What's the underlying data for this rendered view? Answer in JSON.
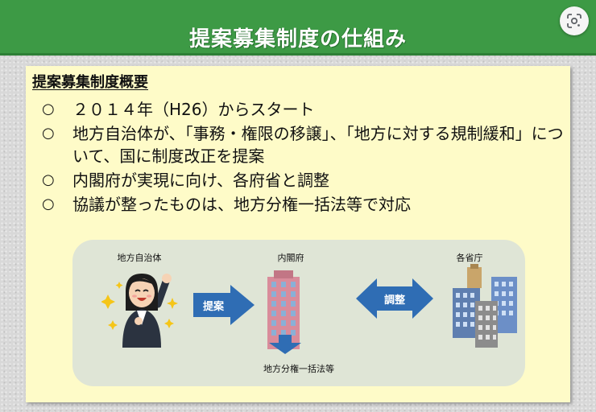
{
  "slide": {
    "title": "提案募集制度の仕組み",
    "subtitle": "提案募集制度概要",
    "bullet_mark": "○",
    "bullets": [
      {
        "text": "２０１４年（H26）からスタート"
      },
      {
        "text": "地方自治体が、「事務・権限の移譲」、「地方に対する規制緩和」について、国に制度改正を提案"
      },
      {
        "text": "内閣府が実現に向け、各府省と調整"
      },
      {
        "text": "協議が整ったものは、地方分権一括法等で対応"
      }
    ]
  },
  "diagram": {
    "local_gov_label": "地方自治体",
    "cabinet_office_label": "内閣府",
    "ministries_label": "各省庁",
    "propose_label": "提案",
    "coordinate_label": "調整",
    "output_label": "地方分権一括法等"
  },
  "colors": {
    "banner": "#3d9a45",
    "panel": "#fefbc8",
    "diagram_bg": "#dfe5d6",
    "arrow": "#2f6db4"
  },
  "icons": {
    "lens": "google-lens-icon",
    "person": "cheering-person-icon",
    "building": "office-building-icon"
  }
}
